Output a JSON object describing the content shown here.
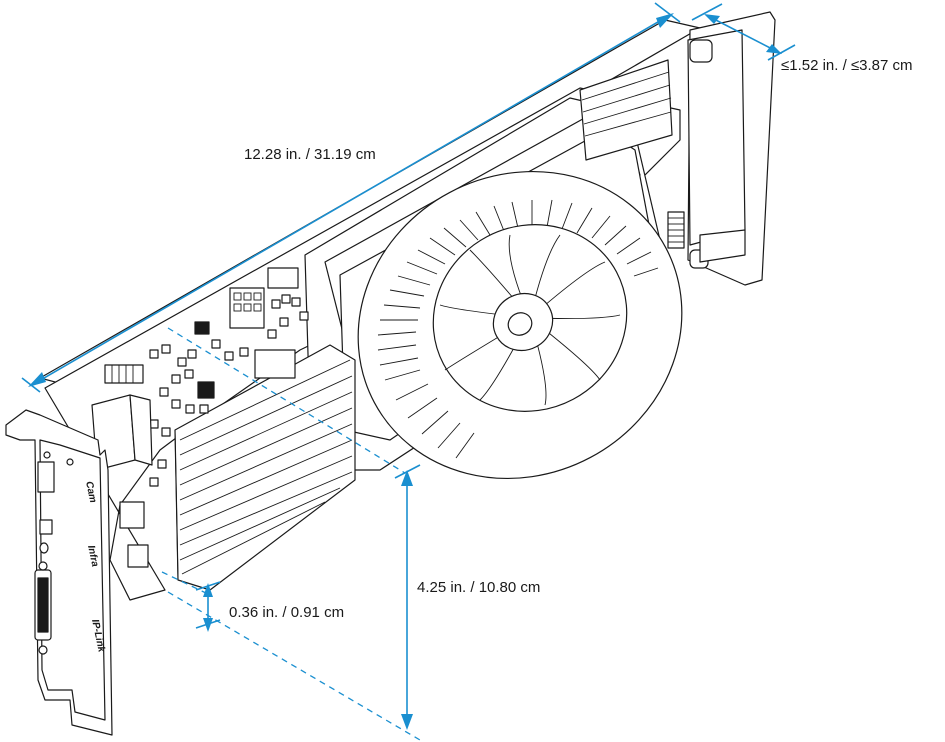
{
  "dimensions": {
    "length": "12.28 in. / 31.19 cm",
    "width": "≤1.52 in. / ≤3.87 cm",
    "height": "4.25 in. / 10.80 cm",
    "bracket_offset": "0.36 in. / 0.91 cm"
  },
  "bracket_labels": {
    "cam": "Cam",
    "infra": "Infra",
    "iplink": "IP-Link"
  },
  "colors": {
    "dimension": "#1a8fd0",
    "outline": "#1a1a1a"
  }
}
